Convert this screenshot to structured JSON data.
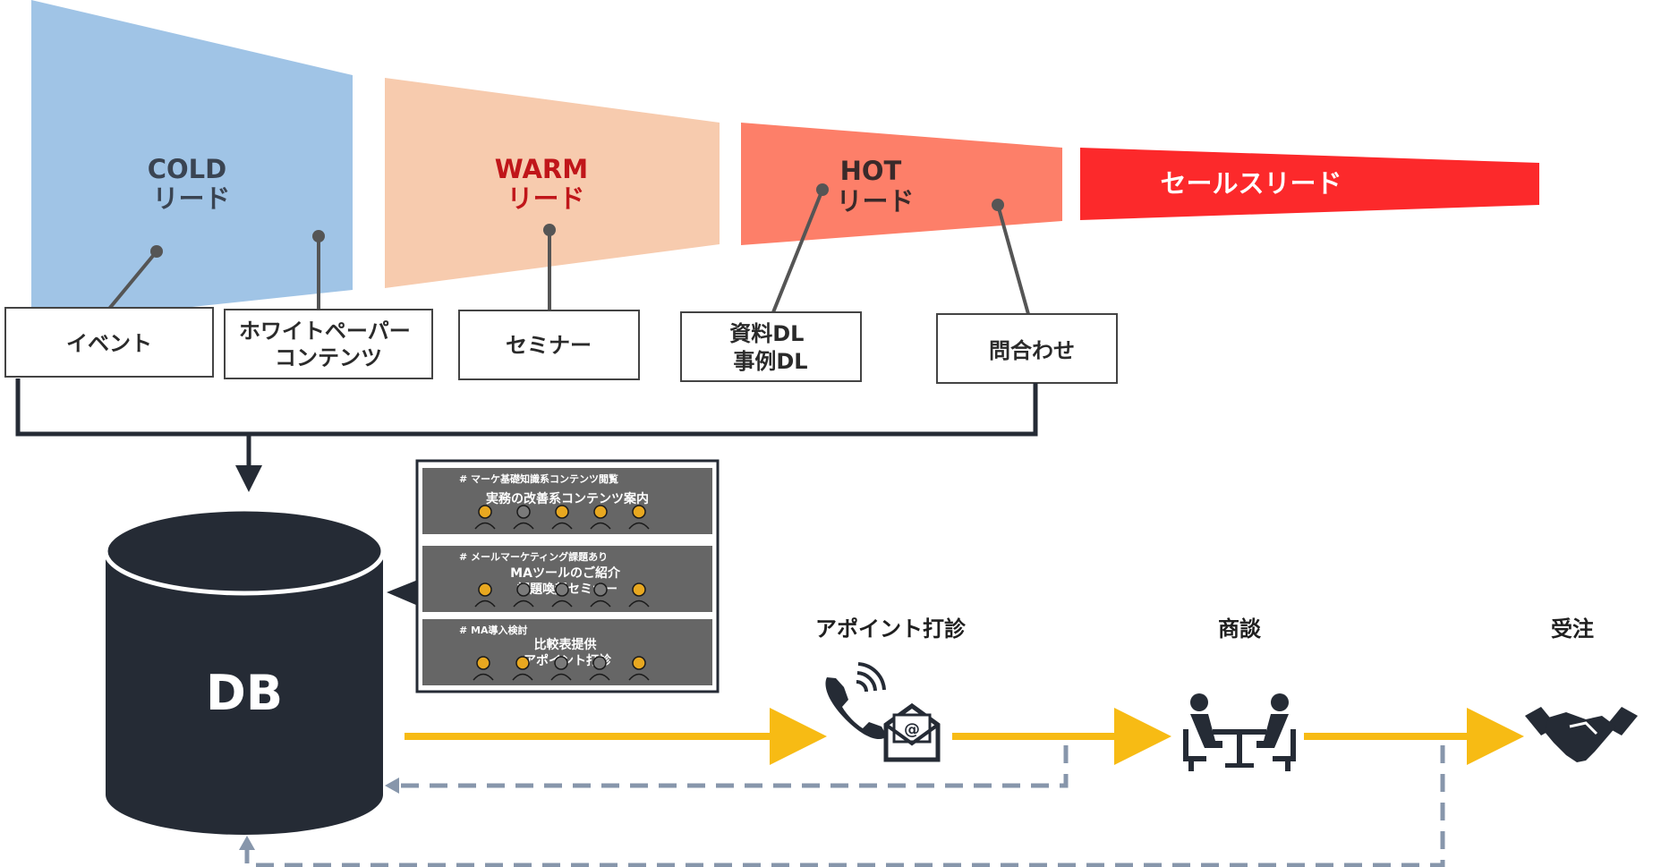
{
  "funnel": {
    "stages": [
      {
        "lines": [
          "COLD",
          "リード"
        ],
        "color": "#a0c4e6",
        "text_color": "#3a4452"
      },
      {
        "lines": [
          "WARM",
          "リード"
        ],
        "color": "#f7cbae",
        "text_color": "#c0161a"
      },
      {
        "lines": [
          "HOT",
          "リード"
        ],
        "color": "#fd7f69",
        "text_color": "#3a2a2a"
      },
      {
        "lines": [
          "セールスリード"
        ],
        "color": "#fc292b",
        "text_color": "#ffffff"
      }
    ]
  },
  "touchpoints": [
    {
      "lines": [
        "イベント"
      ]
    },
    {
      "lines": [
        "ホワイトペーパー",
        "コンテンツ"
      ]
    },
    {
      "lines": [
        "セミナー"
      ]
    },
    {
      "lines": [
        "資料DL",
        "事例DL"
      ]
    },
    {
      "lines": [
        "問合わせ"
      ]
    }
  ],
  "database": {
    "label": "DB",
    "color": "#252b35"
  },
  "segments": [
    {
      "tag": "# マーケ基礎知識系コンテンツ閲覧",
      "lines": [
        "実務の改善系コンテンツ案内"
      ]
    },
    {
      "tag": "# メールマーケティング課題あり",
      "lines": [
        "MAツールのご紹介",
        "課題喚起セミナー"
      ]
    },
    {
      "tag": "# MA導入検討",
      "lines": [
        "比較表提供",
        "アポイント打診"
      ]
    }
  ],
  "process": [
    {
      "label": "アポイント打診",
      "icon": "phone-mail-icon"
    },
    {
      "label": "商談",
      "icon": "meeting-icon"
    },
    {
      "label": "受注",
      "icon": "handshake-icon"
    }
  ],
  "colors": {
    "flow_arrow": "#f7bb14",
    "feedback_arrow": "#8796ab",
    "connector": "#252b35",
    "segment_panel": "#666666",
    "person_icon": "#e8a820"
  }
}
